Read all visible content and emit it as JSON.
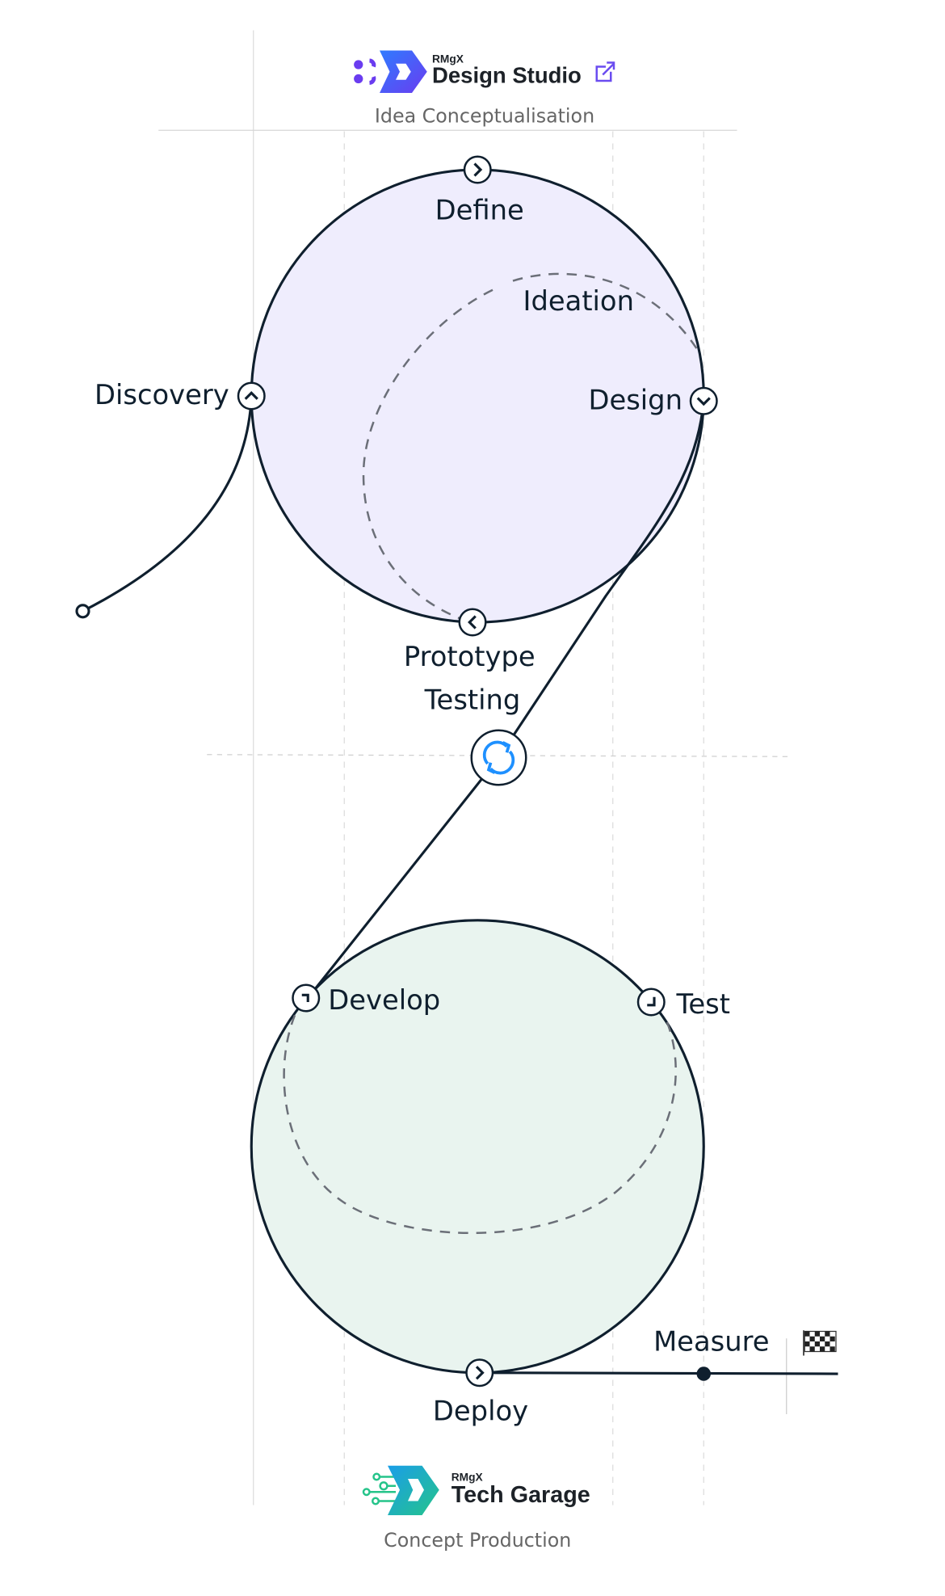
{
  "header": {
    "brand_small": "RMgX",
    "brand_name": "Design Studio",
    "subtitle": "Idea Conceptualisation",
    "icon": "external-link-icon"
  },
  "footer": {
    "brand_small": "RMgX",
    "brand_name": "Tech Garage",
    "subtitle": "Concept Production"
  },
  "top_cycle": {
    "fill": "#efedfd",
    "labels": {
      "define": "Define",
      "ideation": "Ideation",
      "design": "Design",
      "discovery": "Discovery",
      "prototype": "Prototype",
      "testing": "Testing"
    }
  },
  "bottom_cycle": {
    "fill": "#e9f4ef",
    "labels": {
      "develop": "Develop",
      "test": "Test",
      "deploy": "Deploy",
      "measure": "Measure"
    }
  },
  "colors": {
    "stroke": "#0f1f2e",
    "accent_purple": "#6a4cf0",
    "accent_blue": "#1e90ff",
    "accent_green": "#25c48a"
  }
}
